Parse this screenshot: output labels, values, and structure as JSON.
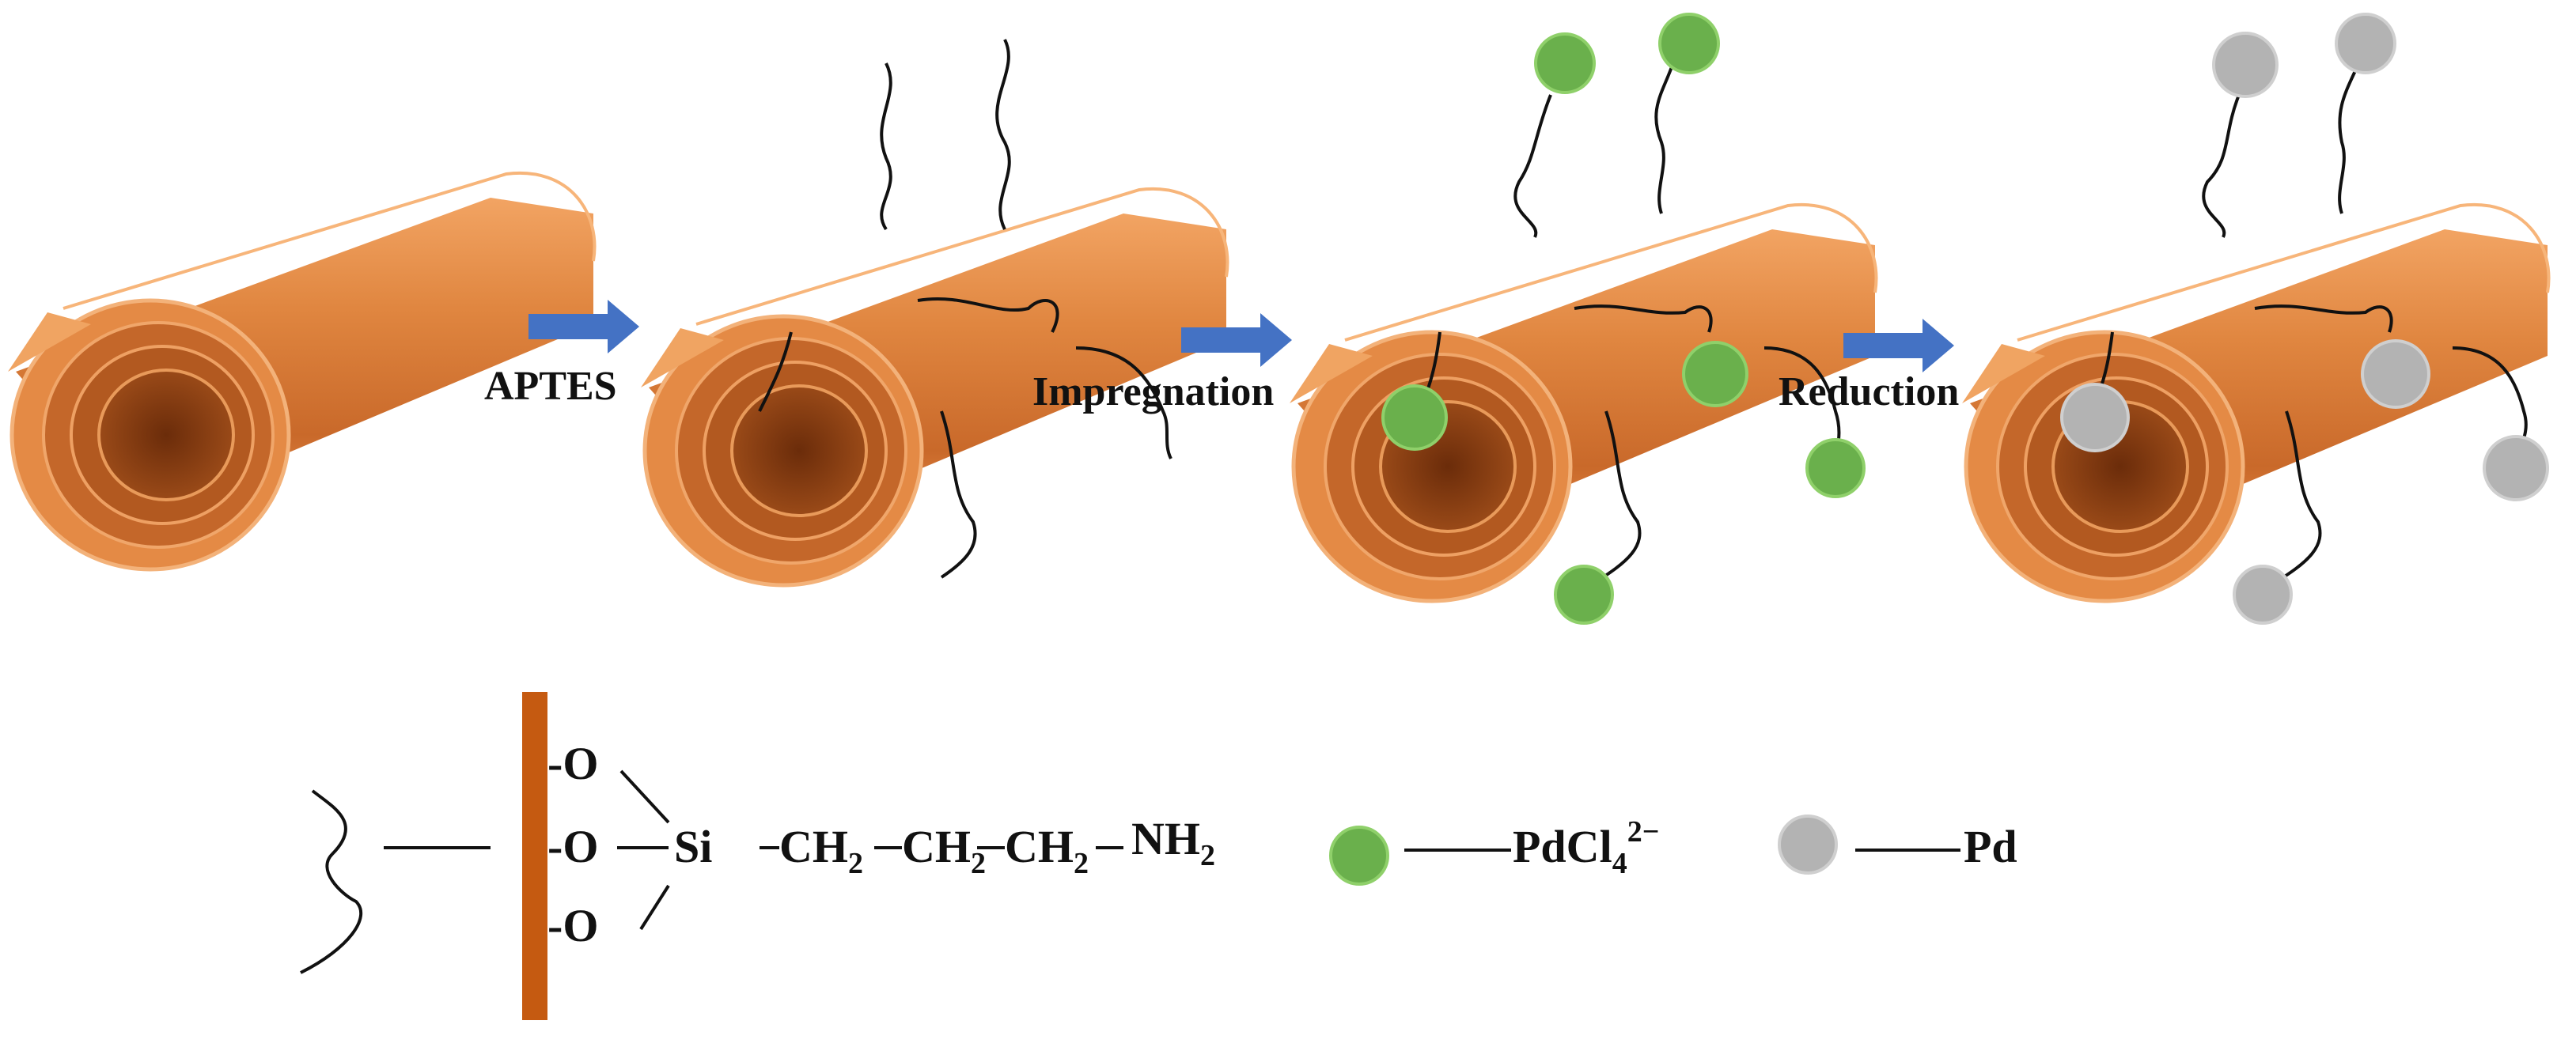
{
  "steps": [
    {
      "label": "APTES"
    },
    {
      "label": "Impregnation"
    },
    {
      "label": "Reduction"
    }
  ],
  "legend": {
    "linker": {
      "o1": "-O",
      "o2": "-O",
      "o3": "-O",
      "si": "Si",
      "ch2_1": "CH",
      "ch2_2": "CH",
      "ch2_3": "CH",
      "nh2": "NH",
      "sub2": "2"
    },
    "pdcl4": {
      "base": "PdCl",
      "sub": "4",
      "sup": "2−"
    },
    "pd": {
      "label": "Pd"
    }
  },
  "colors": {
    "tube_light": "#f09a55",
    "tube_mid": "#d97a35",
    "tube_dark": "#8a3e12",
    "arrow": "#4472c4",
    "pdcl4_particle": "#6ab04c",
    "pd_particle": "#b3b3b3",
    "surface_bar": "#c55a11"
  }
}
